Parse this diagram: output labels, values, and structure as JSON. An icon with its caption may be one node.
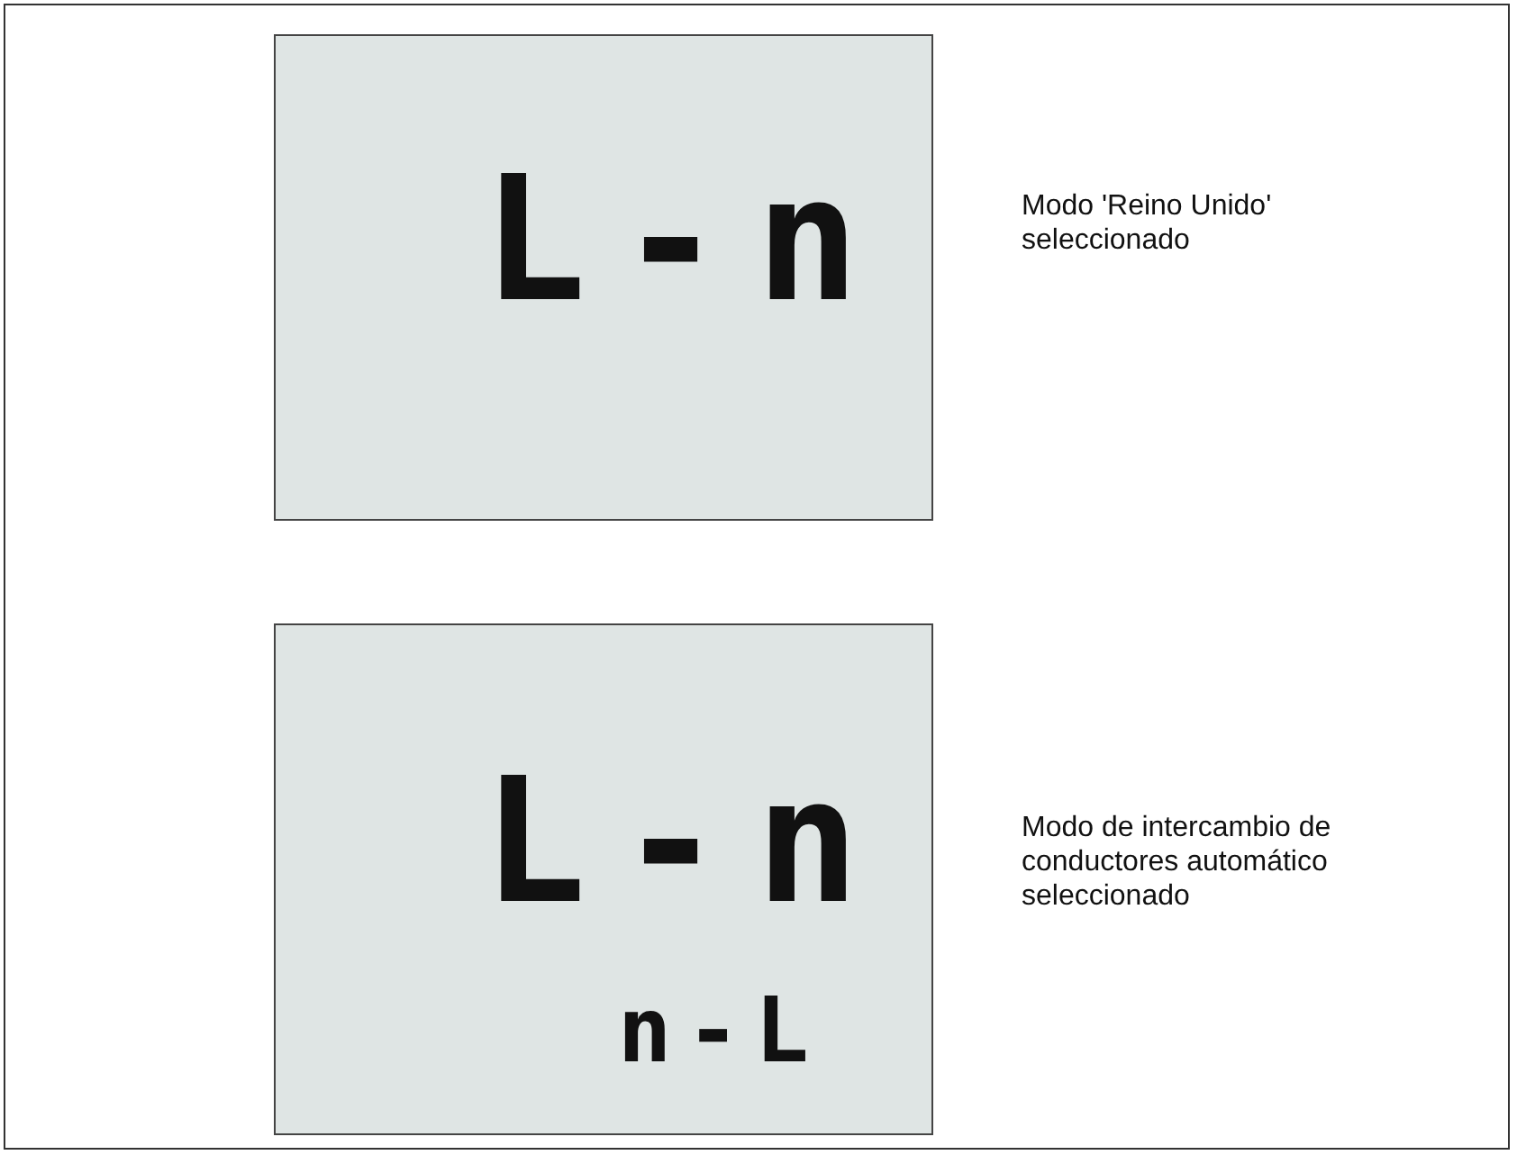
{
  "diagram": {
    "nodes": [
      {
        "text": [
          "L-n"
        ],
        "beside": [
          "Modo 'Reino Unido' seleccionado"
        ]
      },
      {
        "text": [
          "L-n",
          "n-L"
        ],
        "beside": [
          "Modo de intercambio de conductores automático seleccionado"
        ]
      }
    ]
  }
}
